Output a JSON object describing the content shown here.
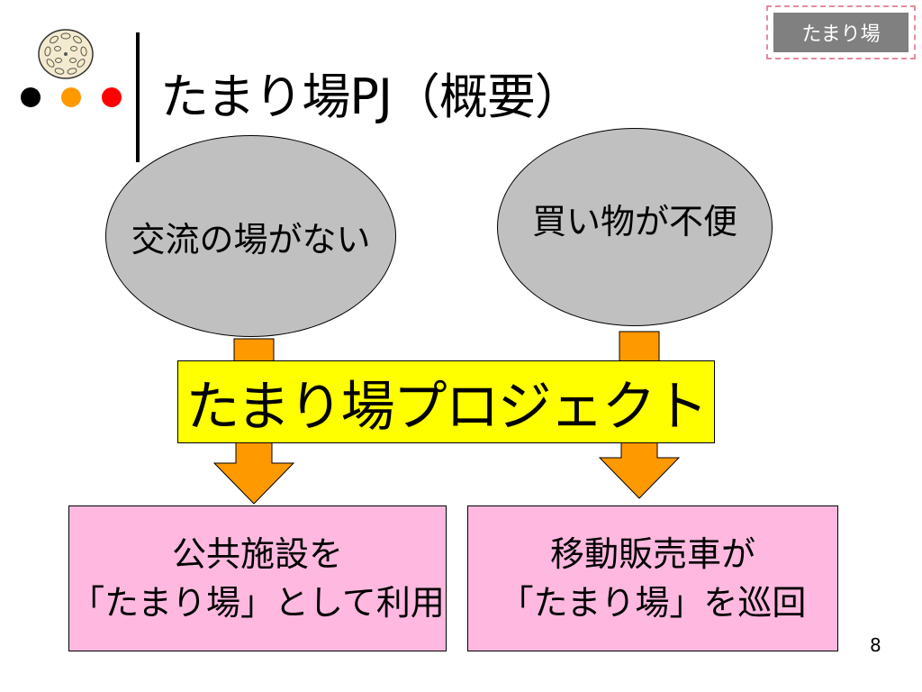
{
  "tag": {
    "label": "たまり場"
  },
  "slide": {
    "title": "たまり場PJ（概要）",
    "problems": [
      {
        "label": "交流の場がない"
      },
      {
        "label": "買い物が不便"
      }
    ],
    "project": {
      "label": "たまり場プロジェクト"
    },
    "solutions": [
      {
        "line1": "公共施設を",
        "line2": "「たまり場」として利用"
      },
      {
        "line1": "移動販売車が",
        "line2": "「たまり場」を巡回"
      }
    ],
    "page_number": "8"
  },
  "colors": {
    "ellipse_fill": "#c0c0c0",
    "project_fill": "#ffff00",
    "solution_fill": "#ffb9e0",
    "arrow_fill": "#ff9900",
    "dot_black": "#000000",
    "dot_orange": "#ff9900",
    "dot_red": "#ff0000",
    "tag_fill": "#808080",
    "tag_border": "#e58c9c"
  },
  "icons": [
    "lotus-logo-icon",
    "three-dots-icon"
  ]
}
